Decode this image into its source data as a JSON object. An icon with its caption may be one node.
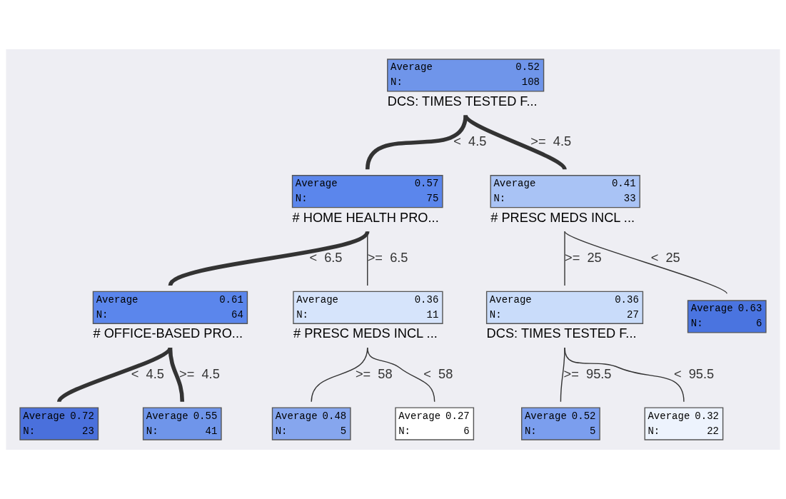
{
  "diagram": {
    "nodes": [
      {
        "text": [
          "Average",
          "0.52",
          "N:",
          "108"
        ],
        "beside": [
          "DCS: TIMES TESTED F..."
        ]
      },
      {
        "text": [
          "Average",
          "0.57",
          "N:",
          "75"
        ],
        "beside": [
          "# HOME HEALTH PRO..."
        ]
      },
      {
        "text": [
          "Average",
          "0.41",
          "N:",
          "33"
        ],
        "beside": [
          "# PRESC MEDS INCL ..."
        ]
      },
      {
        "text": [
          "Average",
          "0.61",
          "N:",
          "64"
        ],
        "beside": [
          "# OFFICE-BASED PRO..."
        ]
      },
      {
        "text": [
          "Average",
          "0.36",
          "N:",
          "11"
        ],
        "beside": [
          "# PRESC MEDS INCL ..."
        ]
      },
      {
        "text": [
          "Average",
          "0.36",
          "N:",
          "27"
        ],
        "beside": [
          "DCS: TIMES TESTED F..."
        ]
      },
      {
        "text": [
          "Average",
          "0.63",
          "N:",
          "6"
        ]
      },
      {
        "text": [
          "Average",
          "0.72",
          "N:",
          "23"
        ]
      },
      {
        "text": [
          "Average",
          "0.55",
          "N:",
          "41"
        ]
      },
      {
        "text": [
          "Average",
          "0.48",
          "N:",
          "5"
        ]
      },
      {
        "text": [
          "Average",
          "0.27",
          "N:",
          "6"
        ]
      },
      {
        "text": [
          "Average",
          "0.52",
          "N:",
          "5"
        ]
      },
      {
        "text": [
          "Average",
          "0.32",
          "N:",
          "22"
        ]
      }
    ],
    "edges": [
      {
        "from": 0,
        "to": 1,
        "arrow": "none",
        "label": "<  4.5",
        "style": "thick"
      },
      {
        "from": 0,
        "to": 2,
        "arrow": "none",
        "label": ">=  4.5",
        "style": "thick"
      },
      {
        "from": 1,
        "to": 3,
        "arrow": "none",
        "label": "<  6.5",
        "style": "thick"
      },
      {
        "from": 1,
        "to": 4,
        "arrow": "none",
        "label": ">=  6.5"
      },
      {
        "from": 2,
        "to": 5,
        "arrow": "none",
        "label": ">=  25"
      },
      {
        "from": 2,
        "to": 6,
        "arrow": "none",
        "label": "<  25"
      },
      {
        "from": 3,
        "to": 7,
        "arrow": "none",
        "label": "<  4.5",
        "style": "thick"
      },
      {
        "from": 3,
        "to": 8,
        "arrow": "none",
        "label": ">=  4.5",
        "style": "thick"
      },
      {
        "from": 4,
        "to": 9,
        "arrow": "none",
        "label": ">=  58"
      },
      {
        "from": 4,
        "to": 10,
        "arrow": "none",
        "label": "<  58"
      },
      {
        "from": 5,
        "to": 11,
        "arrow": "none",
        "label": ">=  95.5"
      },
      {
        "from": 5,
        "to": 12,
        "arrow": "none",
        "label": "<  95.5"
      }
    ]
  }
}
